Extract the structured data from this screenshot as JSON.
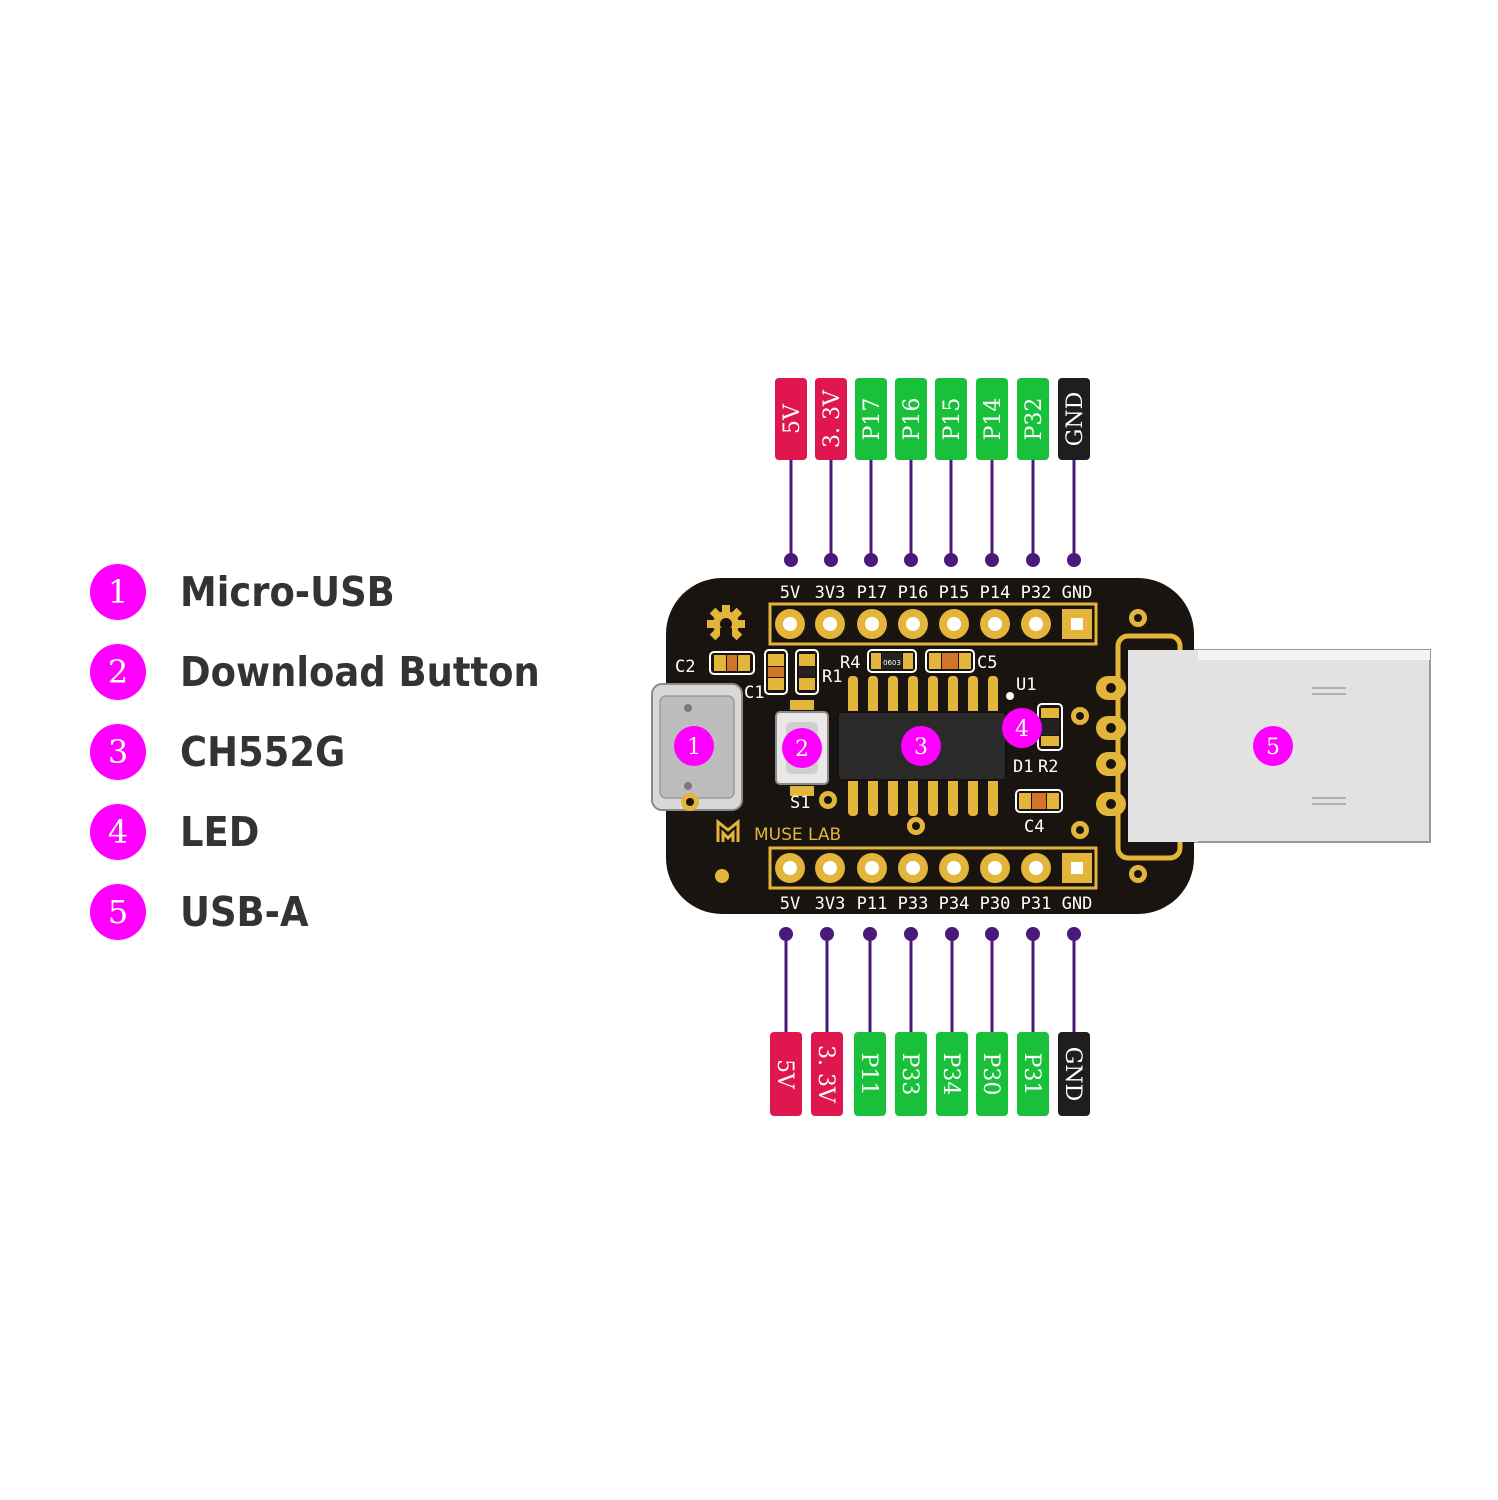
{
  "legend": [
    {
      "number": "1",
      "label": "Micro-USB"
    },
    {
      "number": "2",
      "label": "Download Button"
    },
    {
      "number": "3",
      "label": "CH552G"
    },
    {
      "number": "4",
      "label": "LED"
    },
    {
      "number": "5",
      "label": "USB-A"
    }
  ],
  "pin_tags_top": [
    {
      "label": "5V",
      "color": "#e0174e"
    },
    {
      "label": "3. 3V",
      "color": "#e0174e"
    },
    {
      "label": "P17",
      "color": "#19c13a"
    },
    {
      "label": "P16",
      "color": "#19c13a"
    },
    {
      "label": "P15",
      "color": "#19c13a"
    },
    {
      "label": "P14",
      "color": "#19c13a"
    },
    {
      "label": "P32",
      "color": "#19c13a"
    },
    {
      "label": "GND",
      "color": "#1e1e1e"
    }
  ],
  "pin_tags_bottom": [
    {
      "label": "5V",
      "color": "#e0174e"
    },
    {
      "label": "3. 3V",
      "color": "#e0174e"
    },
    {
      "label": "P11",
      "color": "#19c13a"
    },
    {
      "label": "P33",
      "color": "#19c13a"
    },
    {
      "label": "P34",
      "color": "#19c13a"
    },
    {
      "label": "P30",
      "color": "#19c13a"
    },
    {
      "label": "P31",
      "color": "#19c13a"
    },
    {
      "label": "GND",
      "color": "#1e1e1e"
    }
  ],
  "board": {
    "silk_top": [
      "5V",
      "3V3",
      "P17",
      "P16",
      "P15",
      "P14",
      "P32",
      "GND"
    ],
    "silk_bottom": [
      "5V",
      "3V3",
      "P11",
      "P33",
      "P34",
      "P30",
      "P31",
      "GND"
    ],
    "components": {
      "c2": "C2",
      "c1": "C1",
      "r1": "R1",
      "r4": "R4",
      "c5": "C5",
      "u1": "U1",
      "d1": "D1",
      "r2": "R2",
      "s1": "S1",
      "c4": "C4",
      "resistor_code": "0603"
    },
    "brand": "MUSE LAB",
    "markers": [
      "1",
      "2",
      "3",
      "4",
      "5"
    ]
  },
  "colors": {
    "marker": "#ff00ff",
    "leader_line": "#4a1a7a",
    "pcb": "#1a1410",
    "gold": "#e3b53a",
    "power_tag": "#e0174e",
    "io_tag": "#19c13a",
    "gnd_tag": "#1e1e1e"
  }
}
